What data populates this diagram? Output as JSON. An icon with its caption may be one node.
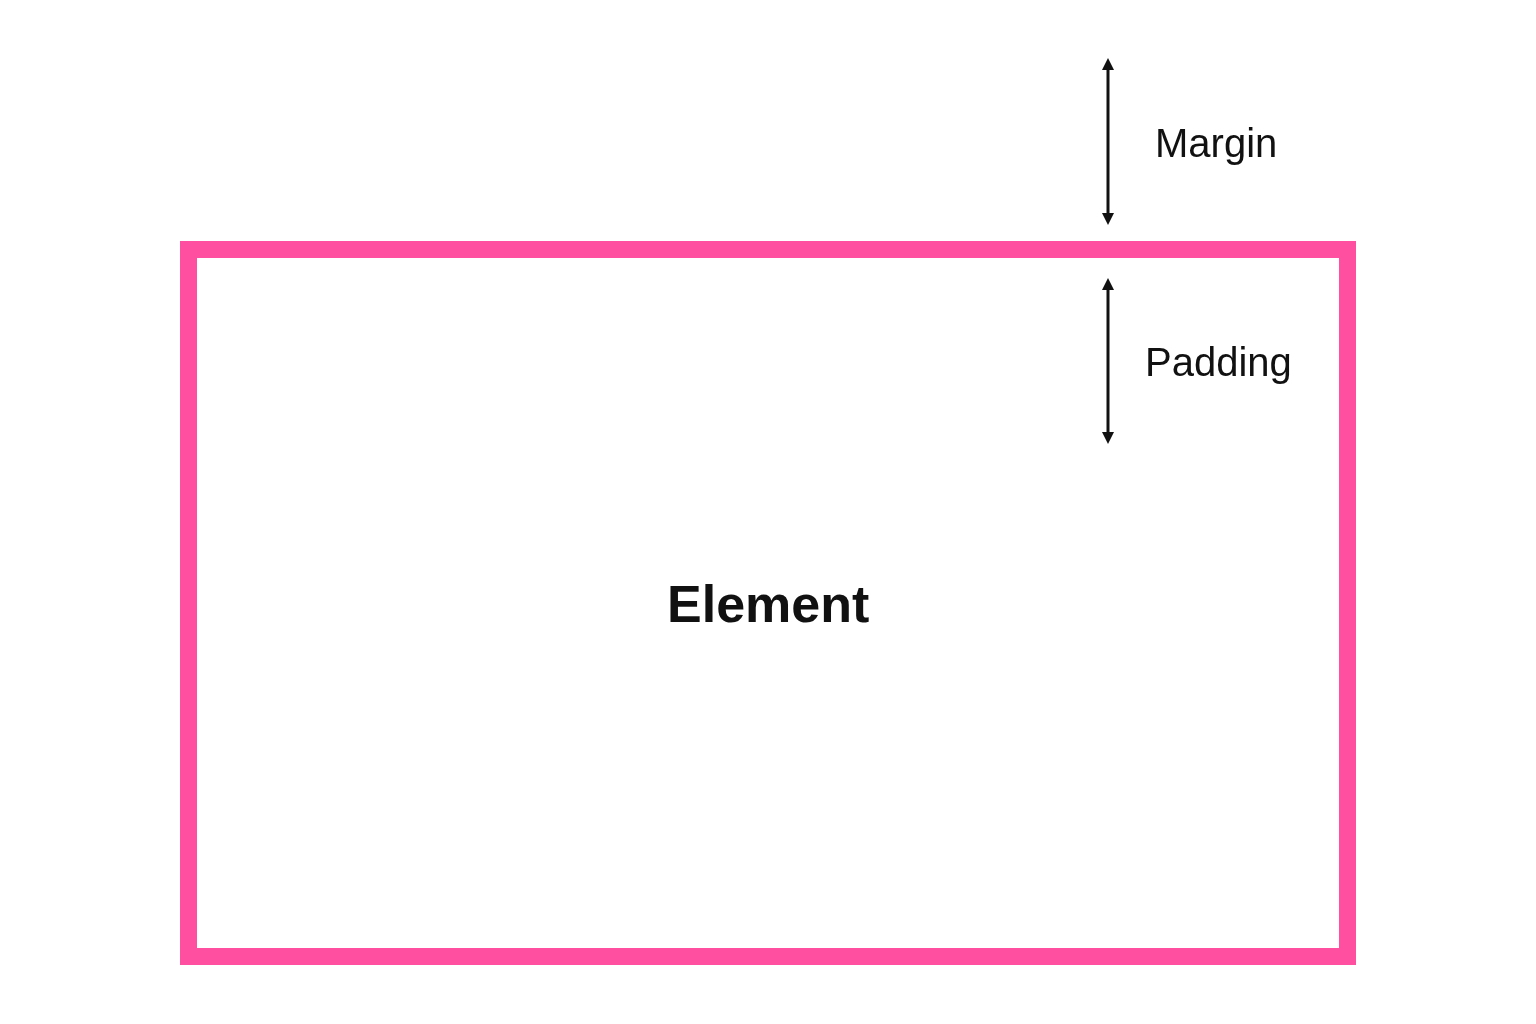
{
  "diagram": {
    "nodes": [
      {
        "text": [
          "Element"
        ]
      }
    ],
    "labels": [
      "Margin",
      "Padding"
    ]
  }
}
